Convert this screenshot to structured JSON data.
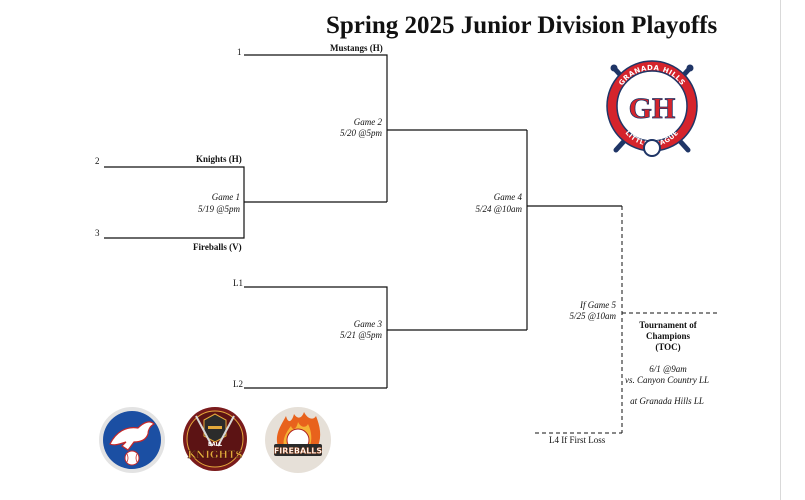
{
  "title": "Spring 2025 Junior Division Playoffs",
  "seeds": {
    "s1": "1",
    "s2": "2",
    "s3": "3",
    "l1": "L1",
    "l2": "L2"
  },
  "teams": {
    "mustangs": "Mustangs (H)",
    "knights": "Knights (H)",
    "fireballs": "Fireballs (V)"
  },
  "games": {
    "g1": {
      "name": "Game 1",
      "date": "5/19 @5pm"
    },
    "g2": {
      "name": "Game 2",
      "date": "5/20 @5pm"
    },
    "g3": {
      "name": "Game 3",
      "date": "5/21 @5pm"
    },
    "g4": {
      "name": "Game 4",
      "date": "5/24 @10am"
    },
    "g5": {
      "name": "If Game 5",
      "date": "5/25 @10am"
    }
  },
  "l4_note": "L4 If First Loss",
  "toc": {
    "line1": "Tournament of",
    "line2": "Champions",
    "line3": "(TOC)",
    "date": "6/1 @9am",
    "opponent": "vs. Canyon Country LL",
    "venue": "at Granada Hills LL"
  },
  "logos": {
    "league_arc_top": "GRANADA HILLS",
    "league_arc_bottom": "LITTLE LEAGUE",
    "league_monogram": "GH",
    "knights_small": "BALL",
    "knights_text": "KNIGHTS",
    "fireballs_text": "FIREBALLS"
  },
  "colors": {
    "league_red": "#d5242c",
    "league_navy": "#1f3566",
    "mustang_blue": "#1b4fa3",
    "knights_maroon": "#7a1b1c",
    "fire_orange": "#e8621c"
  }
}
